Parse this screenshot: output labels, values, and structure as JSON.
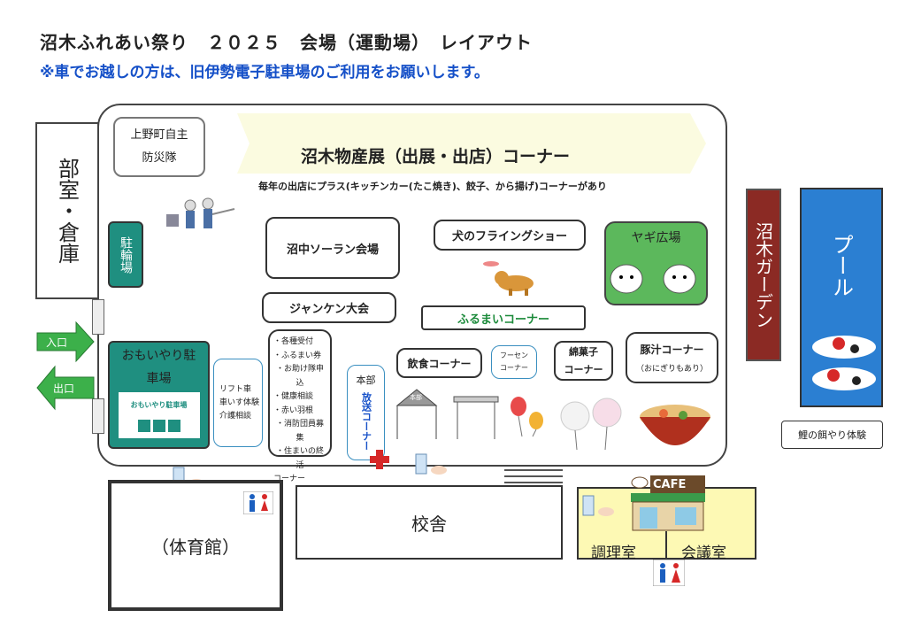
{
  "title": "沼木ふれあい祭り　２０２５　会場（運動場）　レイアウト",
  "notice": "※車でお越しの方は、旧伊勢電子駐車場のご利用をお願いします。",
  "areas": {
    "storage": "部室・倉庫",
    "bousai": [
      "上野町自主",
      "防災隊"
    ],
    "banner": "沼木物産展（出展・出店）コーナー",
    "banner_note": "毎年の出店にプラス(キッチンカー(たこ焼き)、餃子、から揚げ)コーナーがあり",
    "bike": "駐輪場",
    "soran": "沼中ソーラン会場",
    "dog": "犬のフライングショー",
    "goat": "ヤギ広場",
    "janken": "ジャンケン大会",
    "furumai": "ふるまいコーナー",
    "entrance": "入口",
    "exit": "出口",
    "omoiyari": [
      "おもいやり駐",
      "車場"
    ],
    "omoiyari_sign": "おもいやり駐車場",
    "lift": [
      "リフト車",
      "車いす体験",
      "介護相談"
    ],
    "reception": [
      "・各種受付",
      "・ふるまい券",
      "・お助け隊申込",
      "・健康相談",
      "・赤い羽根",
      "・消防団員募集",
      "・住まいの終活",
      "コーナー"
    ],
    "hq": "本部",
    "broadcast": "放送コーナー",
    "food": "飲食コーナー",
    "balloon": [
      "フーセン",
      "コーナー"
    ],
    "cotton": [
      "綿菓子",
      "コーナー"
    ],
    "tonjiru": "豚汁コーナー",
    "tonjiru_note": "（おにぎりもあり）",
    "tent_label": "本部",
    "garden": "沼木ガーデン",
    "pool": "プール",
    "koi": "鯉の餌やり体験",
    "gym": "（体育館）",
    "school": "校舎",
    "cafe": "CAFE",
    "cooking": "調理室",
    "meeting": "会議室"
  },
  "colors": {
    "teal": "#1f8f80",
    "green": "#5cb85c",
    "blue": "#1550c8",
    "garden": "#8b2a24",
    "pool": "#2b7fd2",
    "yellow": "#fdf9b4"
  }
}
